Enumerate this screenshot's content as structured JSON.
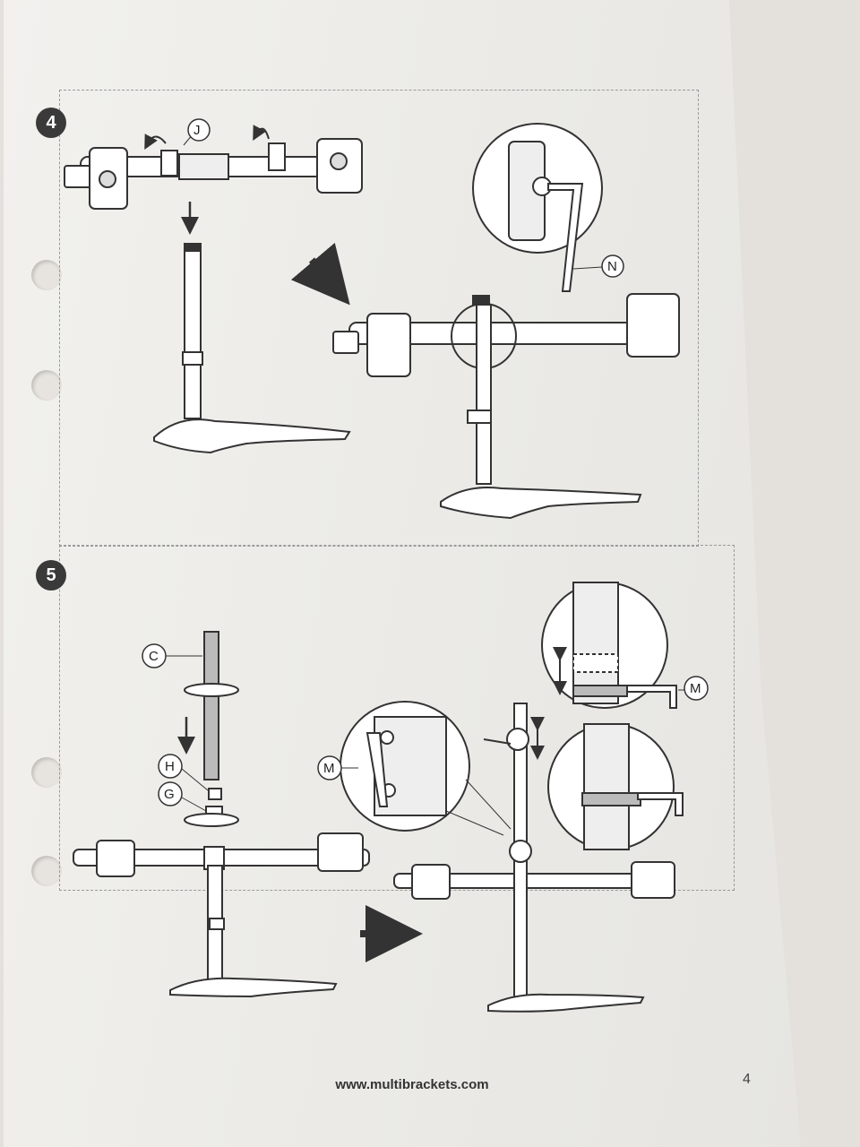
{
  "steps": [
    {
      "number": "4",
      "callouts": [
        "J",
        "N"
      ]
    },
    {
      "number": "5",
      "callouts": [
        "C",
        "H",
        "G",
        "M",
        "M"
      ]
    }
  ],
  "footer": {
    "url": "www.multibrackets.com",
    "page_number": "4"
  }
}
